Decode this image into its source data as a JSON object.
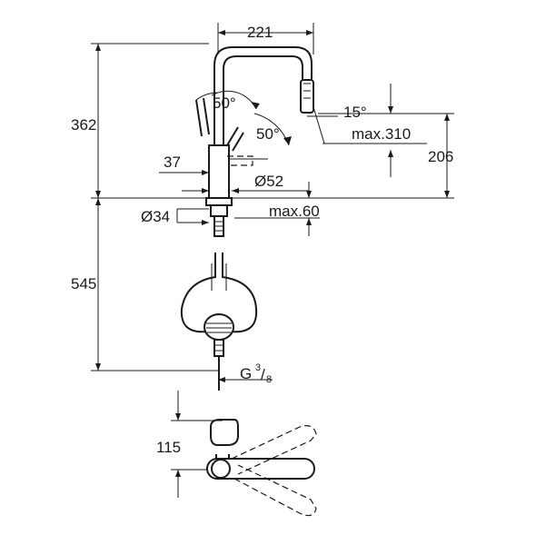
{
  "dimensions": {
    "spout_reach": "221",
    "height_top": "362",
    "spray_angle": "15°",
    "handle_angle_left": "50°",
    "handle_angle_right": "50°",
    "max_height": "max.310",
    "spout_height": "206",
    "handle_offset": "37",
    "base_diameter": "Ø52",
    "shank_diameter": "Ø34",
    "max_thickness": "max.60",
    "hose_length": "545",
    "connection_thread": "G",
    "thread_num": "3",
    "thread_den": "8",
    "plan_height": "115"
  }
}
